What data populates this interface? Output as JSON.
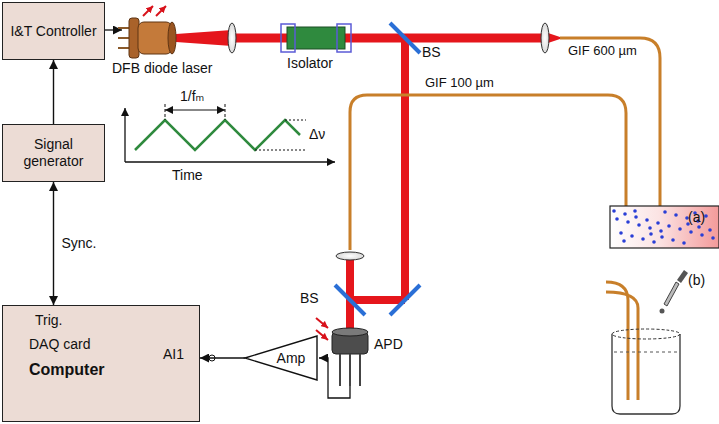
{
  "diagram": {
    "nodes": [
      {
        "text": [
          "I&T Controller"
        ]
      },
      {
        "text": [
          "Signal generator"
        ]
      },
      {
        "text": [
          "Trig.",
          "DAQ card",
          "Computer",
          "AI1"
        ]
      },
      {
        "text": [
          "Amp"
        ]
      }
    ],
    "edges": [
      {
        "from": 1,
        "to": 0,
        "arrow": "to"
      },
      {
        "from": 1,
        "to": 2,
        "arrow": "both",
        "label": "Sync."
      },
      {
        "from": 3,
        "to": 2,
        "arrow": "to"
      }
    ],
    "labels": [
      "DFB diode laser",
      "Isolator",
      "BS",
      "BS",
      "GIF 600 µm",
      "GIF 100 µm",
      "APD",
      "1/fₘ",
      "Δν",
      "Time",
      "(a)",
      "(b)"
    ]
  }
}
